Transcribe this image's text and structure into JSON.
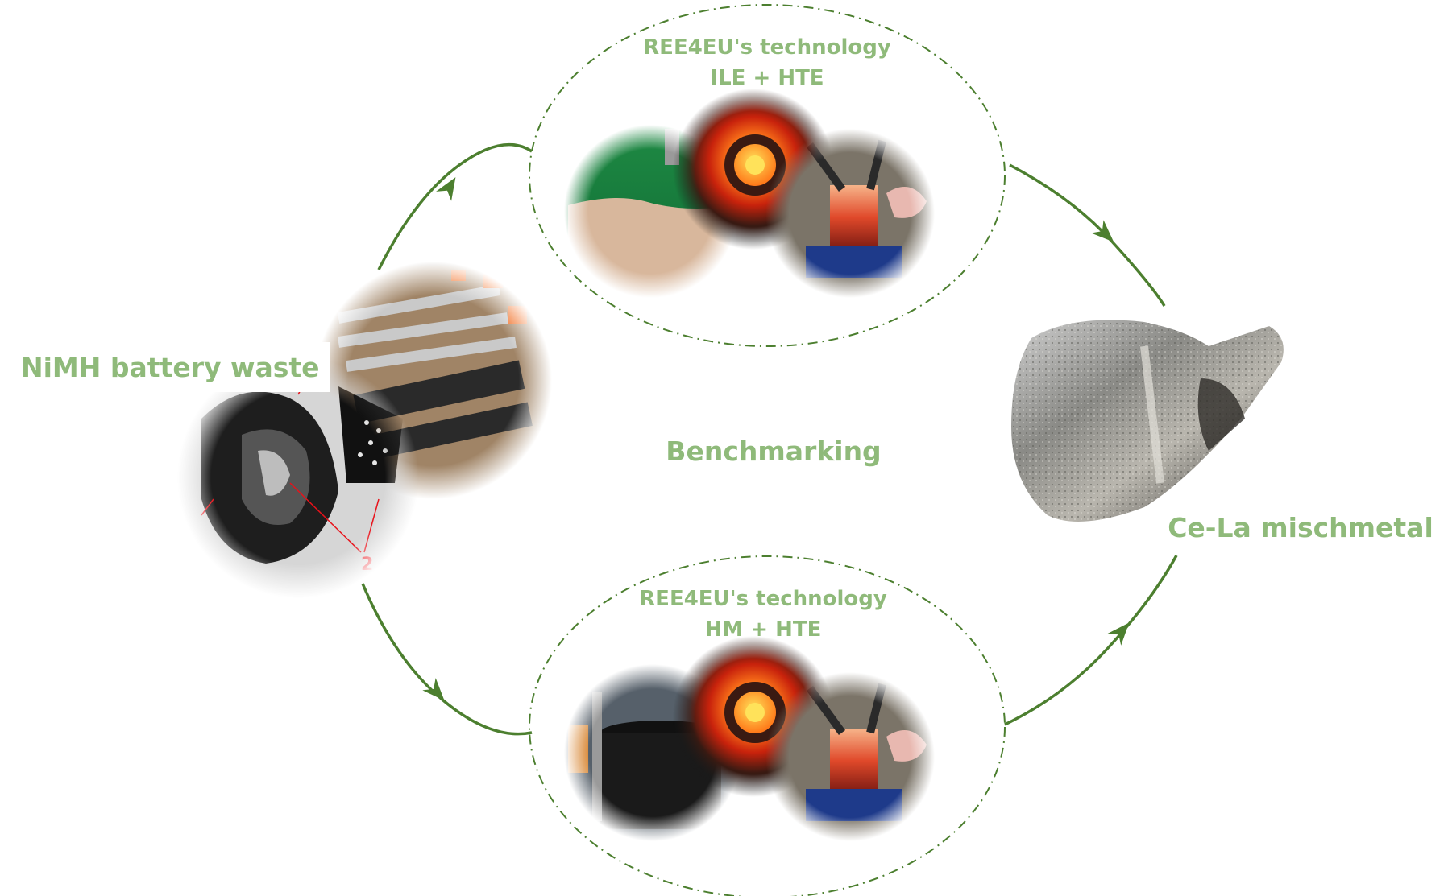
{
  "labels": {
    "source": "NiMH battery waste",
    "product": "Ce-La mischmetal",
    "center": "Benchmarking",
    "top_route": {
      "line1": "REE4EU's technology",
      "line2": "ILE + HTE"
    },
    "bottom_route": {
      "line1": "REE4EU's technology",
      "line2": "HM + HTE"
    },
    "cell_marker": "2"
  },
  "colors": {
    "label_green": "#8fba7a",
    "arrow_green": "#4c7f2f",
    "marker_red": "#e8121a"
  },
  "icons": {
    "battery_pack": "battery-pack-photo",
    "electrode_roll": "electrode-roll-photo",
    "green_electrolyte": "green-electrolyte-photo",
    "furnace_glow": "glowing-furnace-photo",
    "electrolysis_cell": "electrolysis-cell-photo",
    "leach_tank": "leach-tank-photo",
    "metal_ingot": "mischmetal-ingot-photo"
  }
}
